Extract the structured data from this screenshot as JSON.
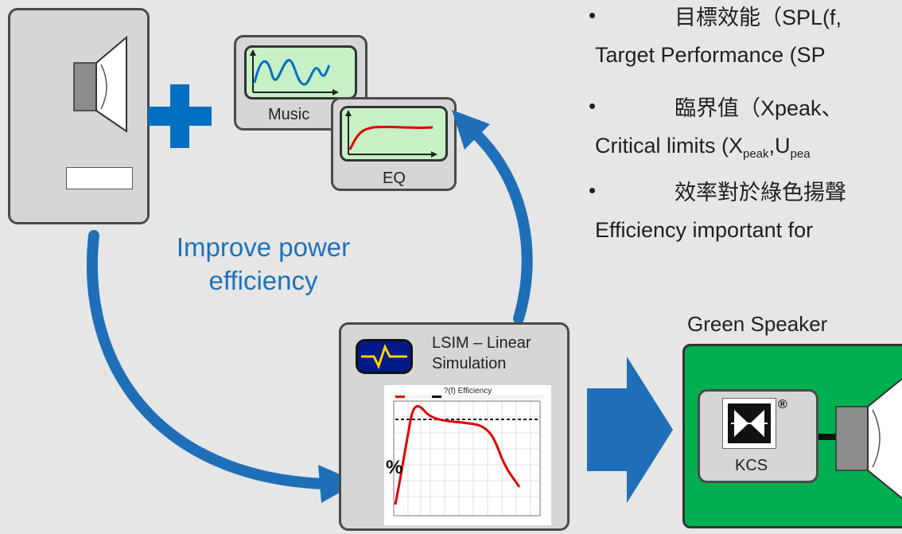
{
  "bullets": [
    {
      "zh": "目標效能（SPL(f,",
      "en": "Target Performance (SP"
    },
    {
      "zh": "臨界值（Xpeak、",
      "en_prefix": "Critical limits (X",
      "en_sub1": "peak",
      "en_mid": ",U",
      "en_sub2": "pea"
    },
    {
      "zh": "效率對於綠色揚聲",
      "en": "Efficiency important for"
    }
  ],
  "bullet_char": "•",
  "music_label": "Music",
  "eq_label": "EQ",
  "cycle_label_line1": "Improve power",
  "cycle_label_line2": "efficiency",
  "lsim_title_line1": "LSIM – Linear",
  "lsim_title_line2": "Simulation",
  "lsim_chart_title": "?(f) Efficiency",
  "lsim_chart_ylabel": "%",
  "green_speaker_title": "Green Speaker",
  "kcs_label": "KCS",
  "registered_mark": "®",
  "colors": {
    "blue_accent": "#0070c0",
    "arrow_blue": "#1f6fb8",
    "green_box": "#00b050",
    "curve_red": "#e00000",
    "screen_green": "#c6f0c6"
  }
}
